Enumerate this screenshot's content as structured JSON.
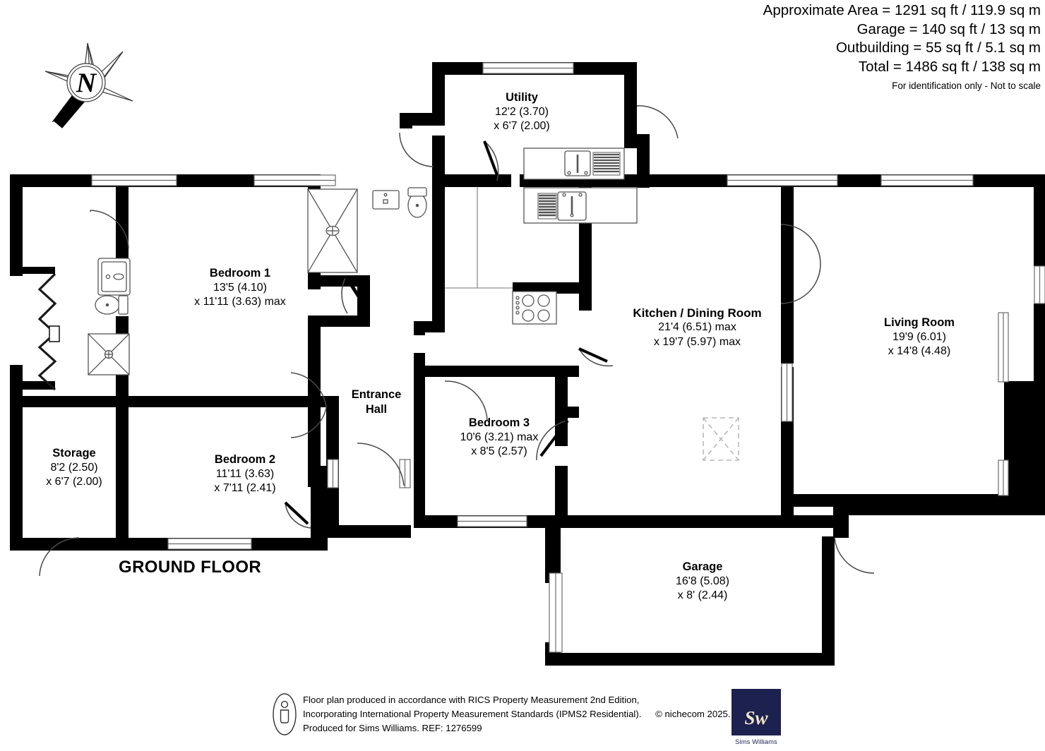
{
  "header": {
    "lines": [
      "Approximate Area = 1291 sq ft / 119.9 sq m",
      "Garage = 140 sq ft / 13 sq m",
      "Outbuilding = 55 sq ft / 5.1 sq m",
      "Total = 1486 sq ft / 138 sq m"
    ],
    "disclaimer": "For identification only - Not to scale"
  },
  "compass": {
    "label": "N"
  },
  "floor_title": "GROUND FLOOR",
  "rooms": [
    {
      "id": "utility",
      "name": "Utility",
      "dim1": "12'2 (3.70)",
      "dim2": "x 6'7 (2.00)"
    },
    {
      "id": "bedroom1",
      "name": "Bedroom 1",
      "dim1": "13'5 (4.10)",
      "dim2": "x 11'11 (3.63) max"
    },
    {
      "id": "kitchen",
      "name": "Kitchen / Dining Room",
      "dim1": "21'4 (6.51) max",
      "dim2": "x 19'7 (5.97) max"
    },
    {
      "id": "living",
      "name": "Living Room",
      "dim1": "19'9 (6.01)",
      "dim2": "x 14'8 (4.48)"
    },
    {
      "id": "entrance",
      "name": "Entrance",
      "dim1": "Hall",
      "dim2": ""
    },
    {
      "id": "bedroom3",
      "name": "Bedroom 3",
      "dim1": "10'6 (3.21) max",
      "dim2": "x 8'5 (2.57)"
    },
    {
      "id": "storage",
      "name": "Storage",
      "dim1": "8'2 (2.50)",
      "dim2": "x 6'7 (2.00)"
    },
    {
      "id": "bedroom2",
      "name": "Bedroom 2",
      "dim1": "11'11 (3.63)",
      "dim2": "x 7'11 (2.41)"
    },
    {
      "id": "garage",
      "name": "Garage",
      "dim1": "16'8 (5.08)",
      "dim2": "x 8' (2.44)"
    }
  ],
  "footer": {
    "line1": "Floor plan produced in accordance with RICS Property Measurement 2nd Edition,",
    "line2": "Incorporating International Property Measurement Standards (IPMS2 Residential).",
    "copyright": "© nichecom 2025.",
    "line3": "Produced for Sims Williams.   REF: 1276599"
  },
  "logo": {
    "monogram": "Sw",
    "caption": "Sims Williams"
  },
  "colors": {
    "wall": "#000000",
    "paper": "#ffffff",
    "thin_line": "#6b6b6b",
    "logo_navy": "#1d2150",
    "logo_cream": "#efe4c8"
  }
}
